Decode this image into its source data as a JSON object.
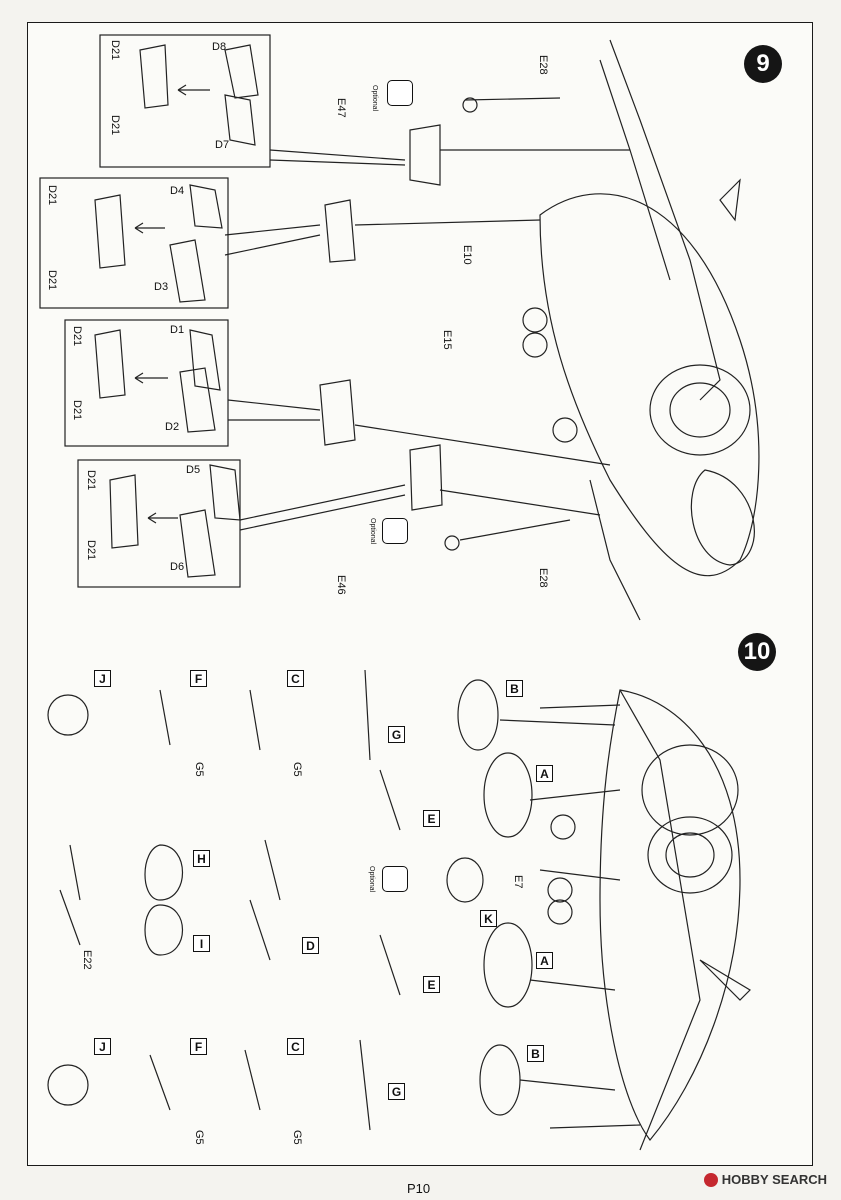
{
  "steps": {
    "step9": "9",
    "step10": "10"
  },
  "optional_label": "Optional",
  "step9": {
    "inset1": {
      "left_part": "D21",
      "right_part": "D21",
      "top_part": "D8",
      "bottom_part": "D7"
    },
    "inset2": {
      "left_part": "D21",
      "right_part": "D21",
      "top_part": "D4",
      "bottom_part": "D3"
    },
    "inset3": {
      "left_part": "D21",
      "right_part": "D21",
      "top_part": "D1",
      "bottom_part": "D2"
    },
    "inset4": {
      "left_part": "D21",
      "right_part": "D21",
      "top_part": "D5",
      "bottom_part": "D6"
    },
    "parts": {
      "e47": "E47",
      "e46": "E46",
      "e28_top": "E28",
      "e28_bottom": "E28",
      "e10": "E10",
      "e15": "E15"
    }
  },
  "step10": {
    "letters": [
      "J",
      "F",
      "C",
      "G",
      "E",
      "H",
      "I",
      "D",
      "K",
      "E",
      "J",
      "F",
      "C",
      "G",
      "B",
      "A",
      "A",
      "B"
    ],
    "parts": {
      "g5_1": "G5",
      "g5_2": "G5",
      "g5_3": "G5",
      "g5_4": "G5",
      "e22": "E22",
      "e7": "E7"
    }
  },
  "page_number": "P10",
  "watermark": "HOBBY SEARCH"
}
